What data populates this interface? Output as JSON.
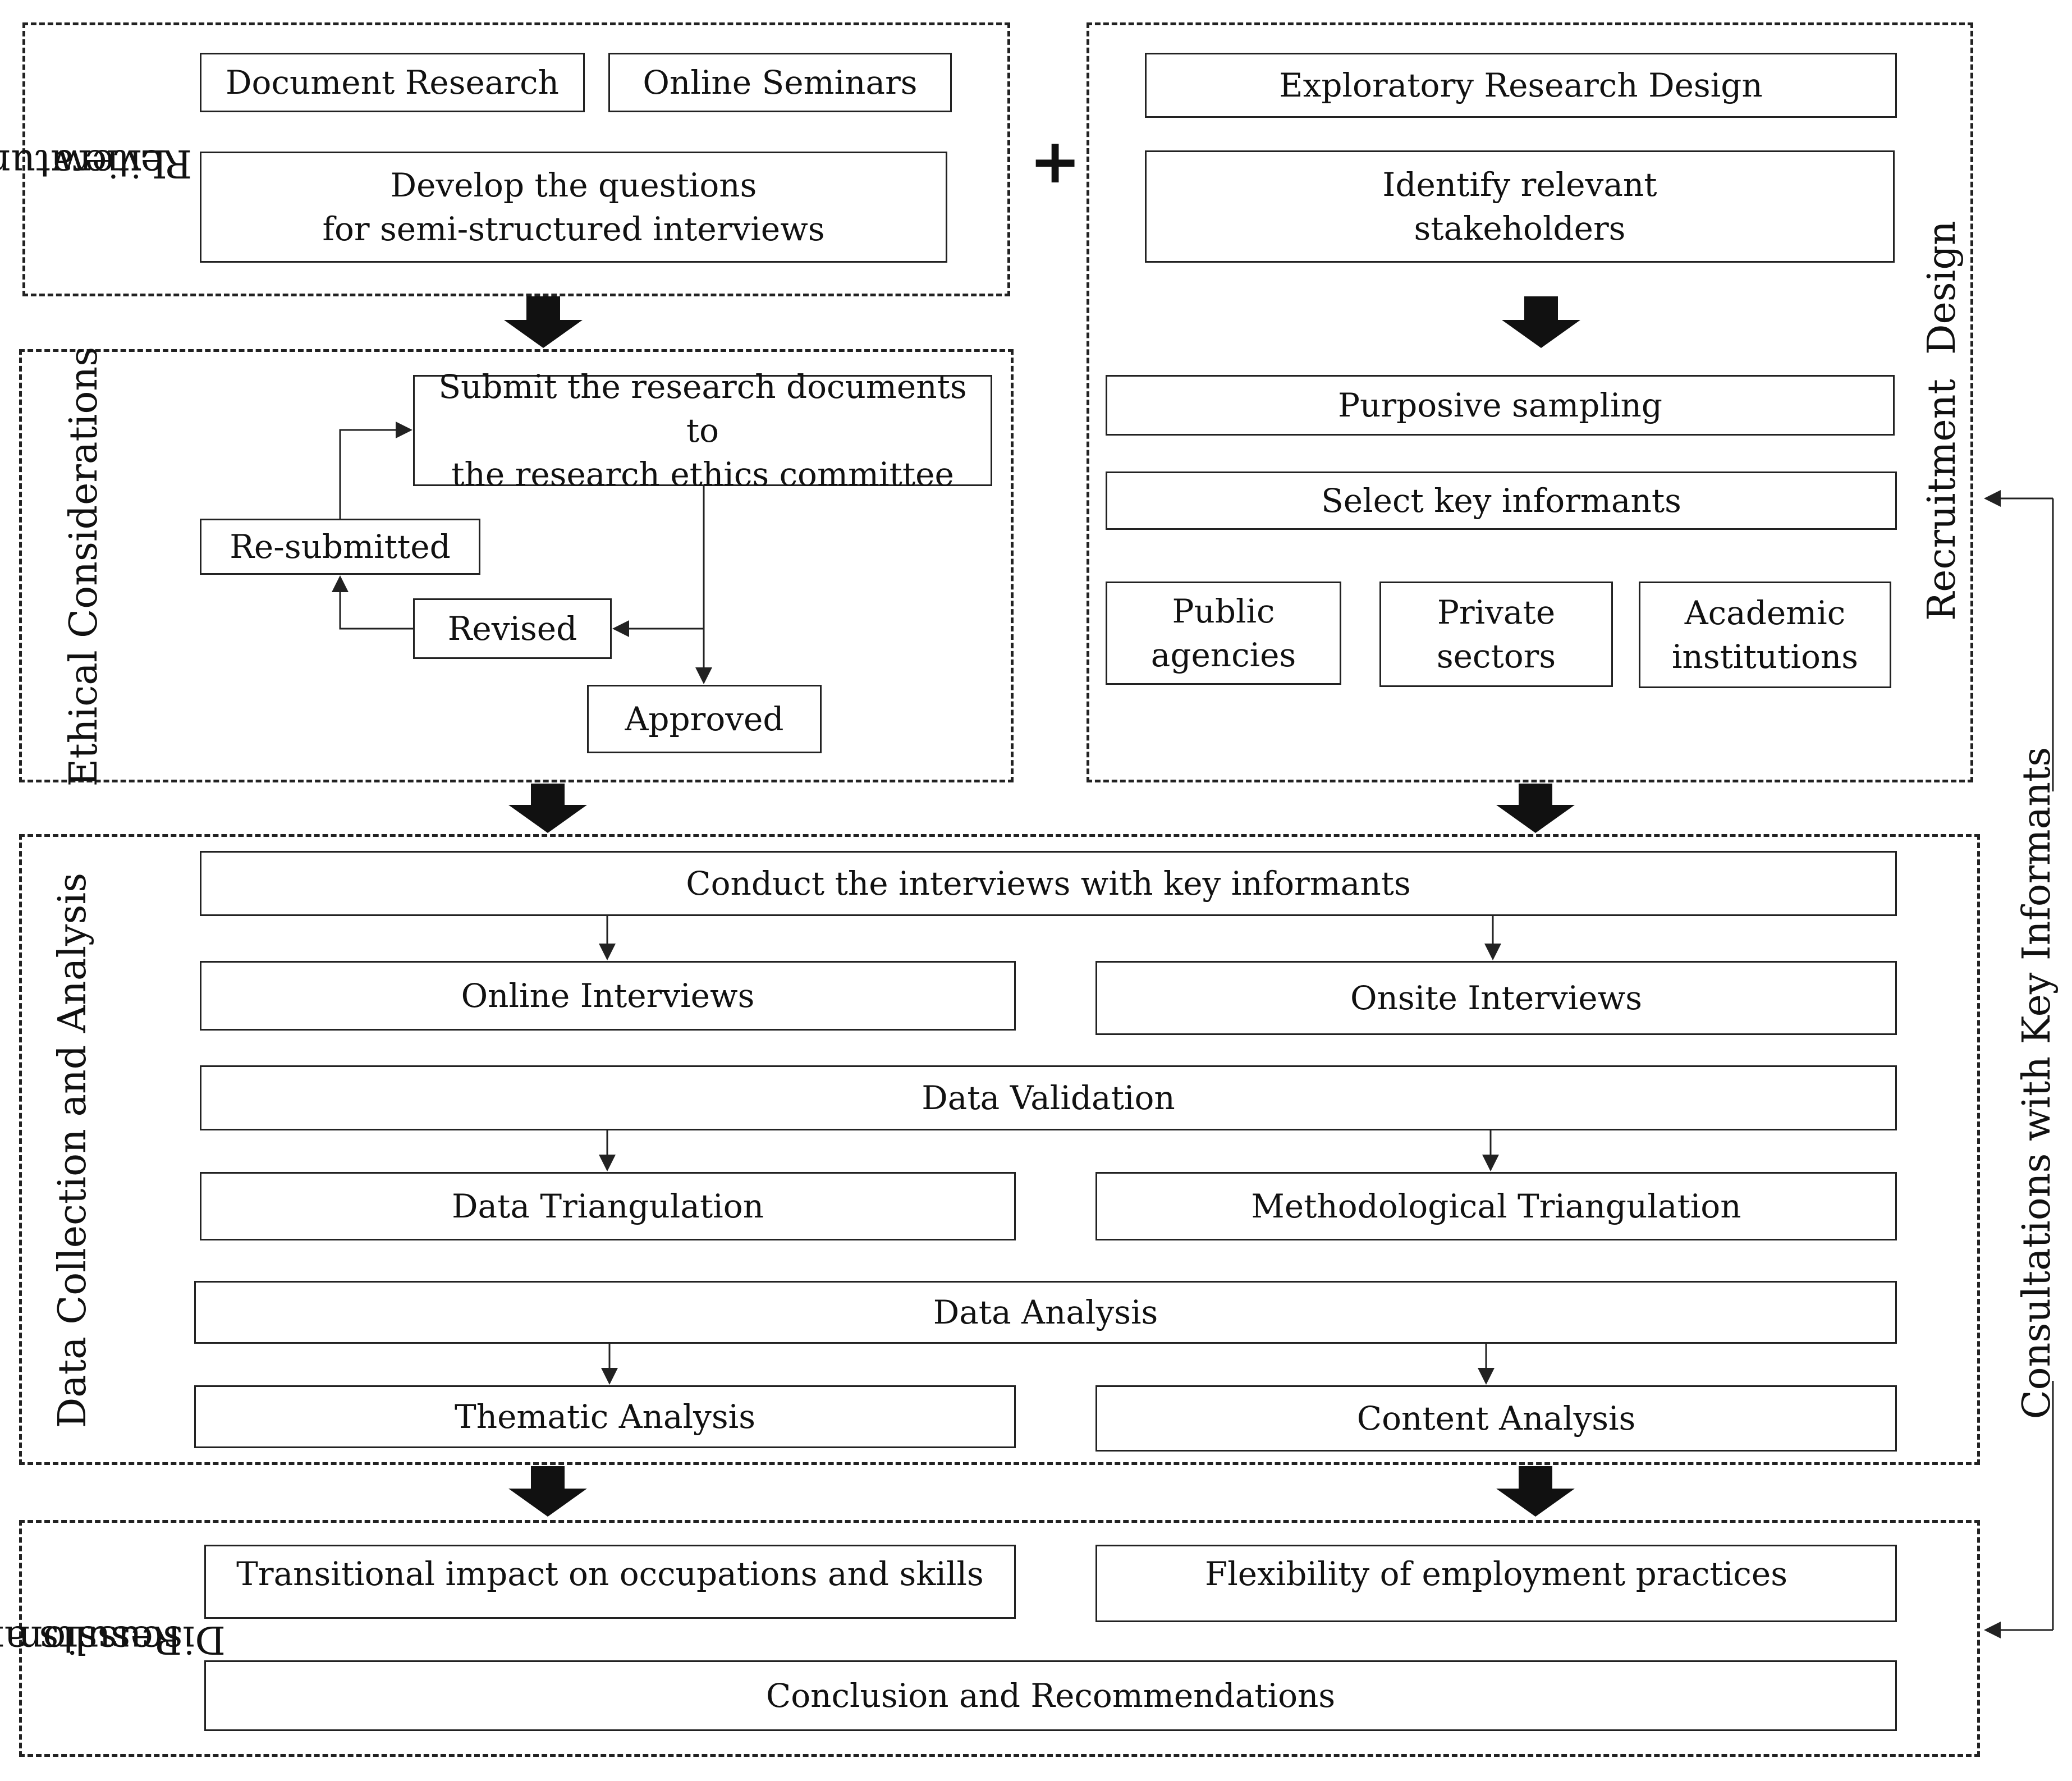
{
  "sections": {
    "literature_review": {
      "title_line1": "Literature",
      "title_line2": "Review",
      "document_research": "Document Research",
      "online_seminars": "Online Seminars",
      "develop_questions_line1": "Develop the questions",
      "develop_questions_line2": "for semi-structured interviews"
    },
    "ethical": {
      "title": "Ethical Considerations",
      "submit_line1": "Submit the research documents to",
      "submit_line2": "the research ethics committee",
      "resubmitted": "Re-submitted",
      "revised": "Revised",
      "approved": "Approved"
    },
    "recruitment": {
      "title": "Recruitment  Design",
      "exploratory": "Exploratory Research Design",
      "identify_line1": "Identify relevant",
      "identify_line2": "stakeholders",
      "purposive": "Purposive sampling",
      "select": "Select key informants",
      "public_line1": "Public",
      "public_line2": "agencies",
      "private_line1": "Private",
      "private_line2": "sectors",
      "academic_line1": "Academic",
      "academic_line2": "institutions"
    },
    "data_collection": {
      "title": "Data Collection and Analysis",
      "conduct": "Conduct the interviews with key informants",
      "online_interviews": "Online Interviews",
      "onsite_interviews": "Onsite Interviews",
      "data_validation": "Data Validation",
      "data_triangulation": "Data Triangulation",
      "methodological_triangulation": "Methodological Triangulation",
      "data_analysis": "Data Analysis",
      "thematic_analysis": "Thematic Analysis",
      "content_analysis": "Content Analysis"
    },
    "results": {
      "title_line1": "Results and",
      "title_line2": "Discussion",
      "transitional": "Transitional impact on occupations and skills",
      "flexibility": "Flexibility of employment practices",
      "conclusion": "Conclusion and Recommendations"
    },
    "consultations": {
      "label": "Consultations with Key Informants"
    }
  },
  "plus_symbol": "+"
}
